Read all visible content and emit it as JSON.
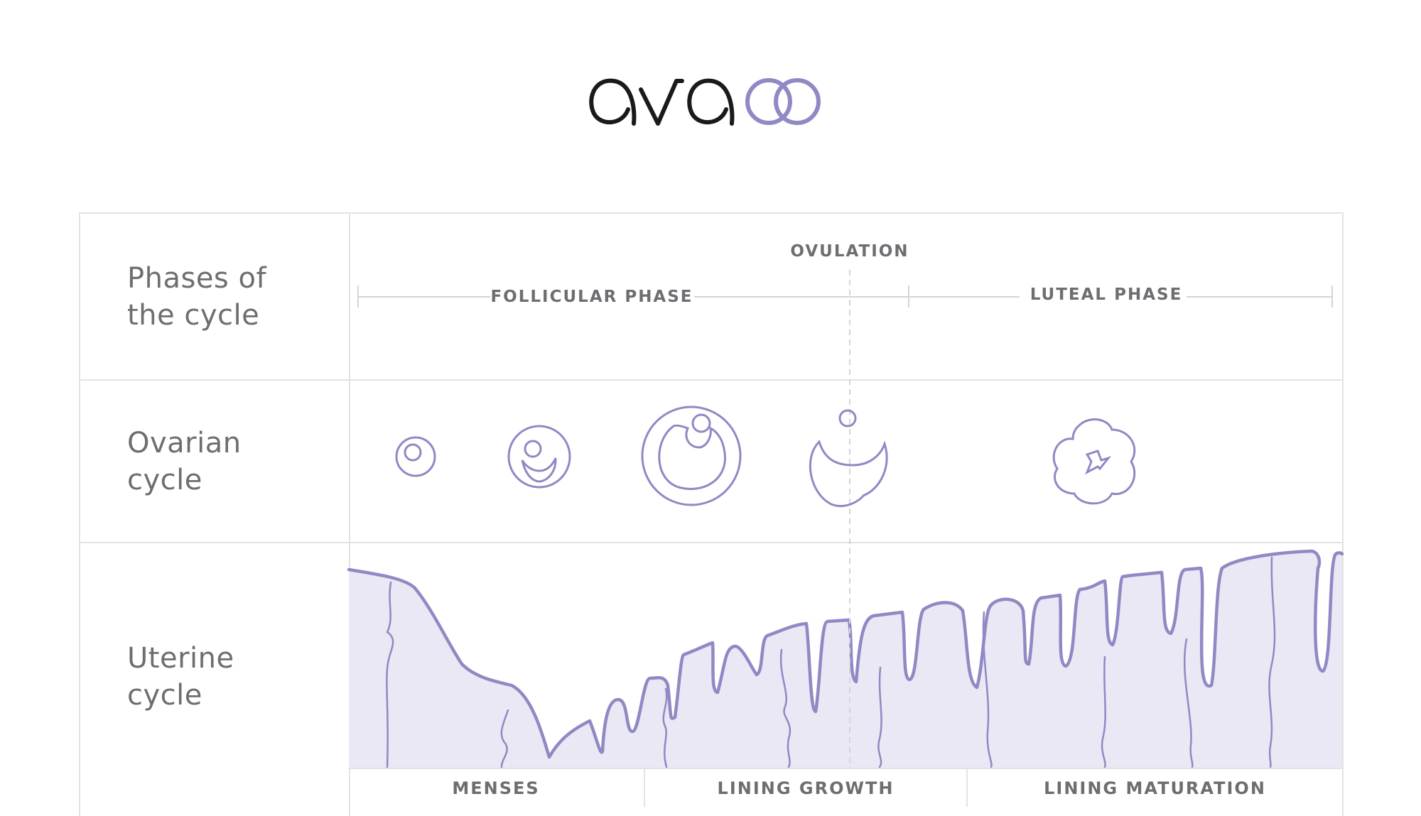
{
  "brand": {
    "name": "ava",
    "logo_icon": "infinity-loop-icon",
    "accent": "#8f89c4"
  },
  "colors": {
    "outline": "#8f89c4",
    "fill": "#e9e8f4",
    "grid": "#e3e3e5",
    "text": "#6e6e72"
  },
  "rows": {
    "phases": {
      "label_line1": "Phases of",
      "label_line2": "the cycle"
    },
    "ovarian": {
      "label_line1": "Ovarian",
      "label_line2": "cycle"
    },
    "uterine": {
      "label_line1": "Uterine",
      "label_line2": "cycle"
    }
  },
  "phases": {
    "ovulation": "OVULATION",
    "follicular": "FOLLICULAR PHASE",
    "luteal": "LUTEAL PHASE"
  },
  "ovarian_stages": [
    {
      "icon": "primordial-follicle-icon"
    },
    {
      "icon": "primary-follicle-icon"
    },
    {
      "icon": "mature-follicle-icon"
    },
    {
      "icon": "ruptured-follicle-egg-icon"
    },
    {
      "icon": "corpus-luteum-icon"
    }
  ],
  "uterine_stages": [
    "MENSES",
    "LINING GROWTH",
    "LINING MATURATION"
  ]
}
